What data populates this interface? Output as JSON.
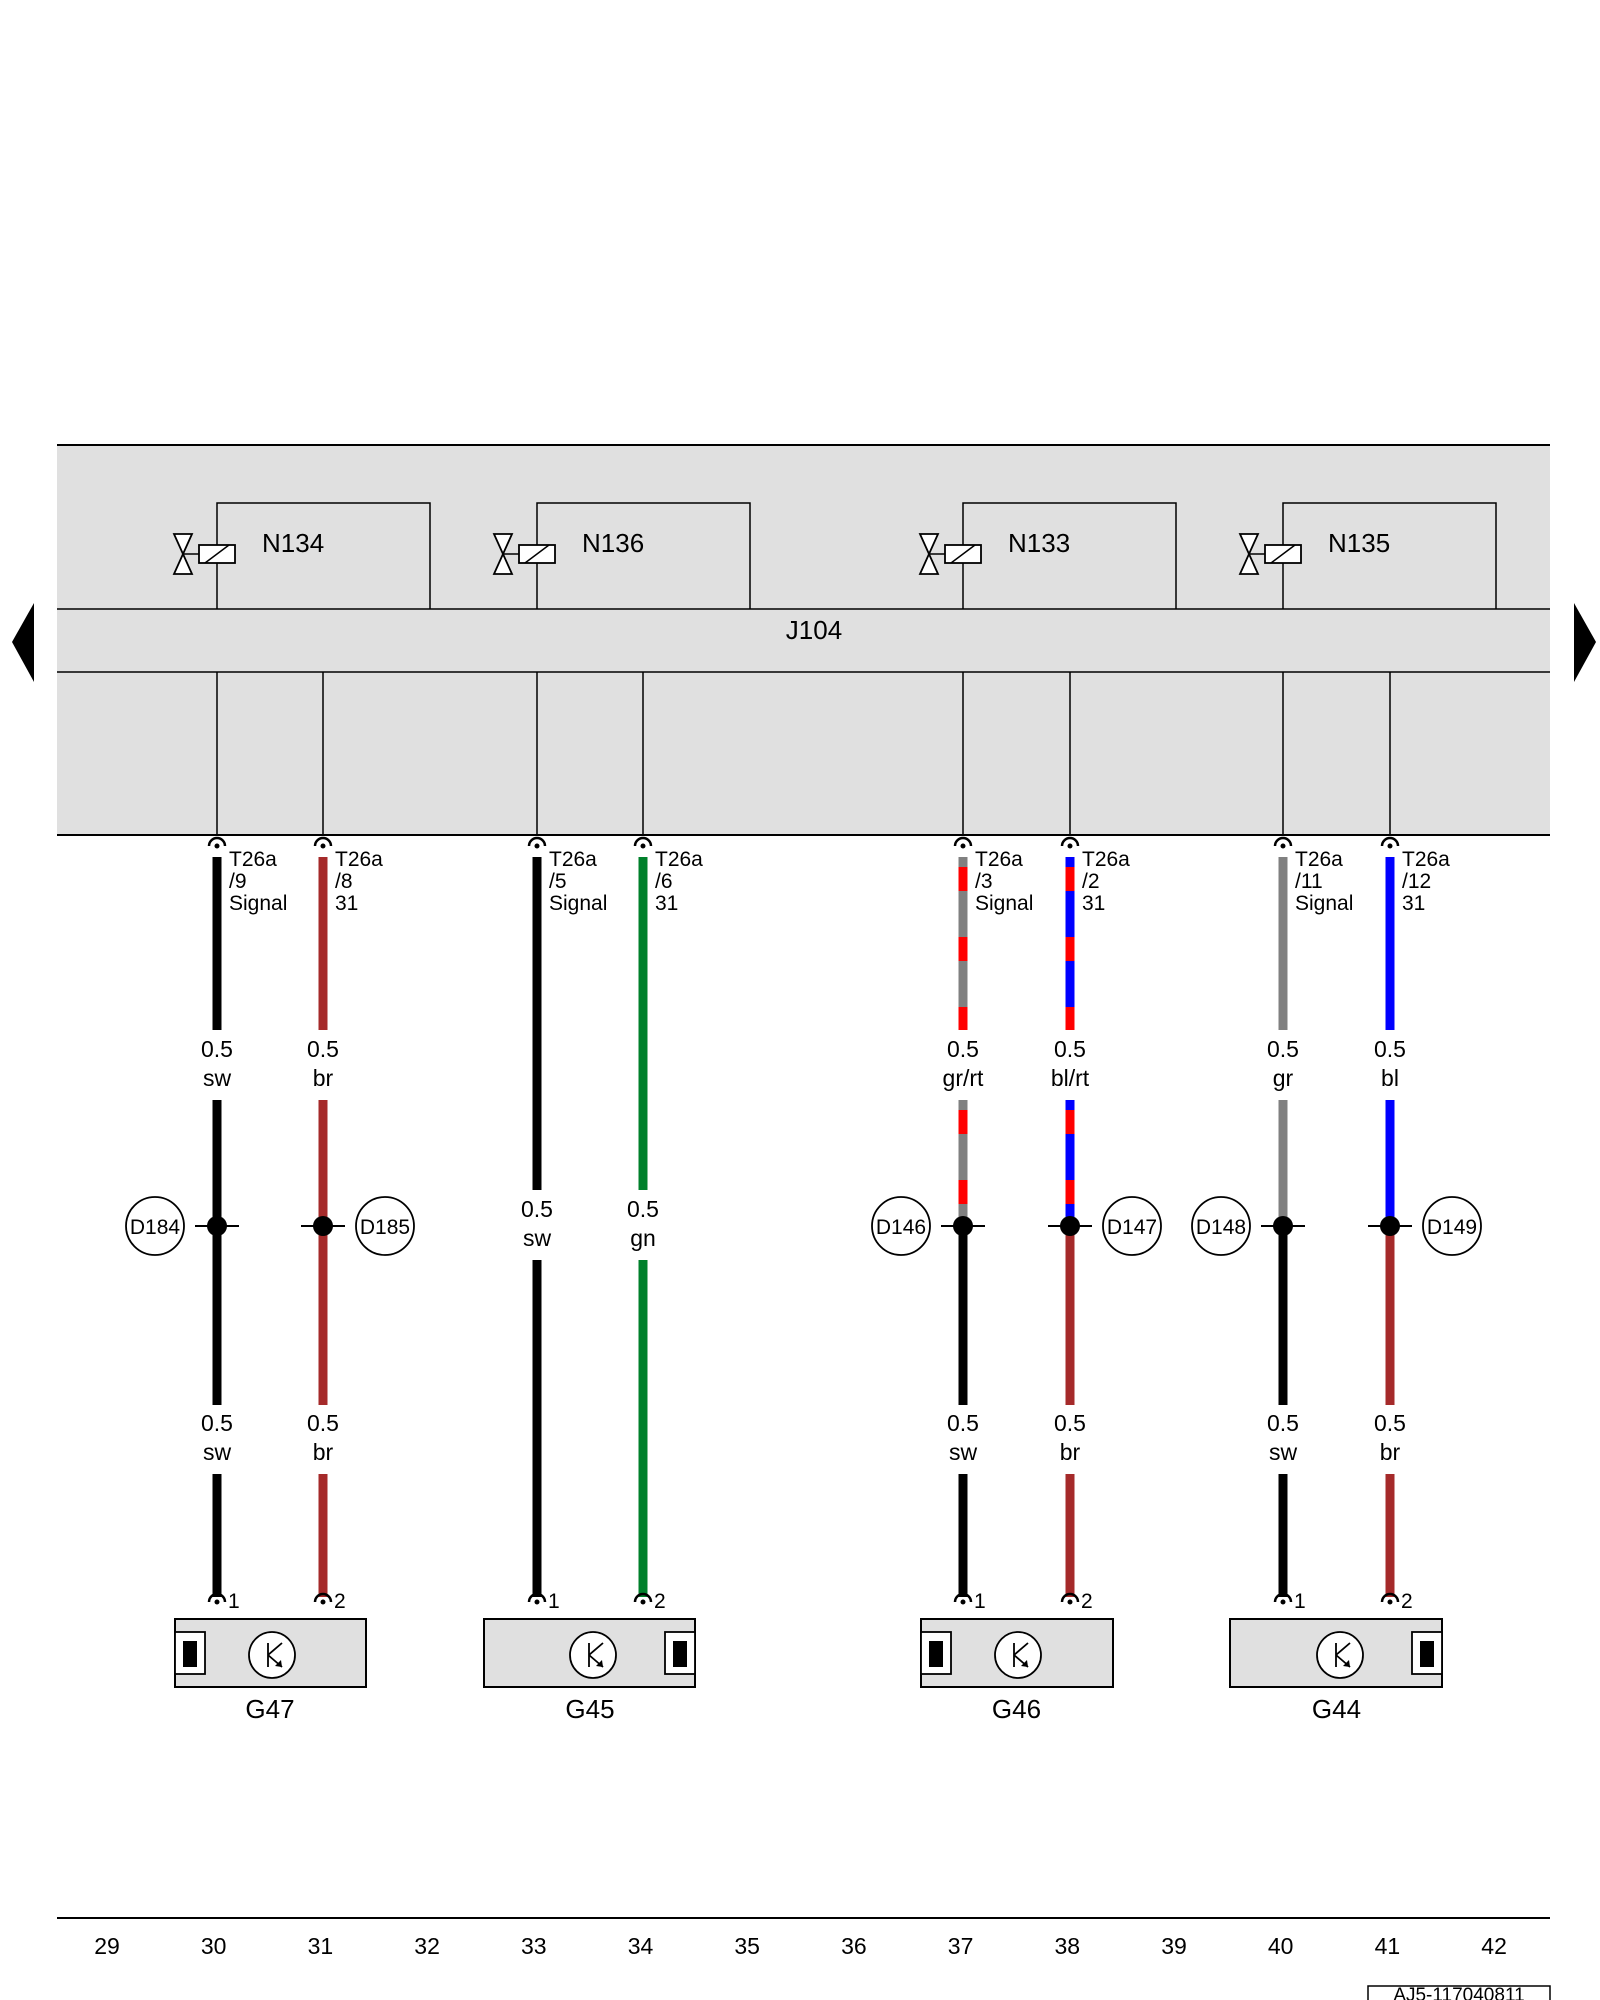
{
  "module": {
    "name": "J104",
    "valves": [
      {
        "label": "N134"
      },
      {
        "label": "N136"
      },
      {
        "label": "N133"
      },
      {
        "label": "N135"
      }
    ]
  },
  "wires": [
    {
      "connector": "T26a",
      "pin": "/9",
      "func": "Signal",
      "upper": {
        "size": "0.5",
        "color": "sw",
        "stroke": [
          "#000000"
        ]
      },
      "ground": {
        "label": "D184",
        "side": "left"
      },
      "lower": {
        "size": "0.5",
        "color": "sw",
        "stroke": [
          "#000000"
        ]
      },
      "sensor_pin": "1"
    },
    {
      "connector": "T26a",
      "pin": "/8",
      "func": "31",
      "upper": {
        "size": "0.5",
        "color": "br",
        "stroke": [
          "#a52a2a"
        ]
      },
      "ground": {
        "label": "D185",
        "side": "right"
      },
      "lower": {
        "size": "0.5",
        "color": "br",
        "stroke": [
          "#a52a2a"
        ]
      },
      "sensor_pin": "2"
    },
    {
      "connector": "T26a",
      "pin": "/5",
      "func": "Signal",
      "upper": {
        "size": "0.5",
        "color": "sw",
        "stroke": [
          "#000000"
        ]
      },
      "ground": null,
      "lower": null,
      "sensor_pin": "1"
    },
    {
      "connector": "T26a",
      "pin": "/6",
      "func": "31",
      "upper": {
        "size": "0.5",
        "color": "gn",
        "stroke": [
          "#00802b"
        ]
      },
      "ground": null,
      "lower": null,
      "sensor_pin": "2"
    },
    {
      "connector": "T26a",
      "pin": "/3",
      "func": "Signal",
      "upper": {
        "size": "0.5",
        "color": "gr/rt",
        "stroke": [
          "#808080",
          "#ff0000"
        ]
      },
      "ground": {
        "label": "D146",
        "side": "left"
      },
      "lower": {
        "size": "0.5",
        "color": "sw",
        "stroke": [
          "#000000"
        ]
      },
      "sensor_pin": "1"
    },
    {
      "connector": "T26a",
      "pin": "/2",
      "func": "31",
      "upper": {
        "size": "0.5",
        "color": "bl/rt",
        "stroke": [
          "#0000ff",
          "#ff0000"
        ]
      },
      "ground": {
        "label": "D147",
        "side": "right"
      },
      "lower": {
        "size": "0.5",
        "color": "br",
        "stroke": [
          "#a52a2a"
        ]
      },
      "sensor_pin": "2"
    },
    {
      "connector": "T26a",
      "pin": "/11",
      "func": "Signal",
      "upper": {
        "size": "0.5",
        "color": "gr",
        "stroke": [
          "#808080"
        ]
      },
      "ground": {
        "label": "D148",
        "side": "left"
      },
      "lower": {
        "size": "0.5",
        "color": "sw",
        "stroke": [
          "#000000"
        ]
      },
      "sensor_pin": "1"
    },
    {
      "connector": "T26a",
      "pin": "/12",
      "func": "31",
      "upper": {
        "size": "0.5",
        "color": "bl",
        "stroke": [
          "#0000ff"
        ]
      },
      "ground": {
        "label": "D149",
        "side": "right"
      },
      "lower": {
        "size": "0.5",
        "color": "br",
        "stroke": [
          "#a52a2a"
        ]
      },
      "sensor_pin": "2"
    }
  ],
  "sensors": [
    {
      "label": "G47",
      "plug_side": "left"
    },
    {
      "label": "G45",
      "plug_side": "right"
    },
    {
      "label": "G46",
      "plug_side": "left"
    },
    {
      "label": "G44",
      "plug_side": "right"
    }
  ],
  "grid_numbers": [
    "29",
    "30",
    "31",
    "32",
    "33",
    "34",
    "35",
    "36",
    "37",
    "38",
    "39",
    "40",
    "41",
    "42"
  ],
  "reference": "AJ5-117040811"
}
